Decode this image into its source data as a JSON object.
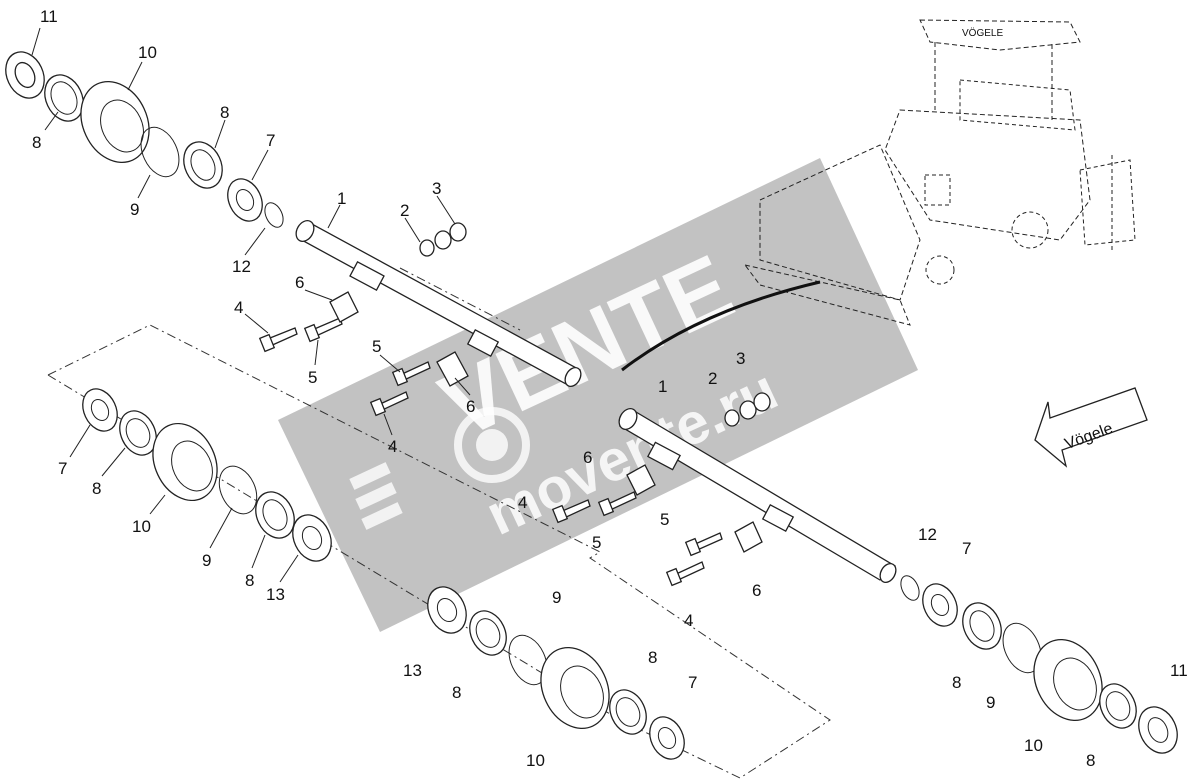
{
  "brand": {
    "cab_canopy_label": "VÖGELE",
    "arrow_label": "Vögele"
  },
  "watermark": {
    "word": "VENTE",
    "domain": "movente.ru",
    "color": "#8a8a8a"
  },
  "callouts": [
    "1",
    "2",
    "3",
    "4",
    "5",
    "6",
    "7",
    "8",
    "9",
    "10",
    "11",
    "12",
    "13"
  ]
}
